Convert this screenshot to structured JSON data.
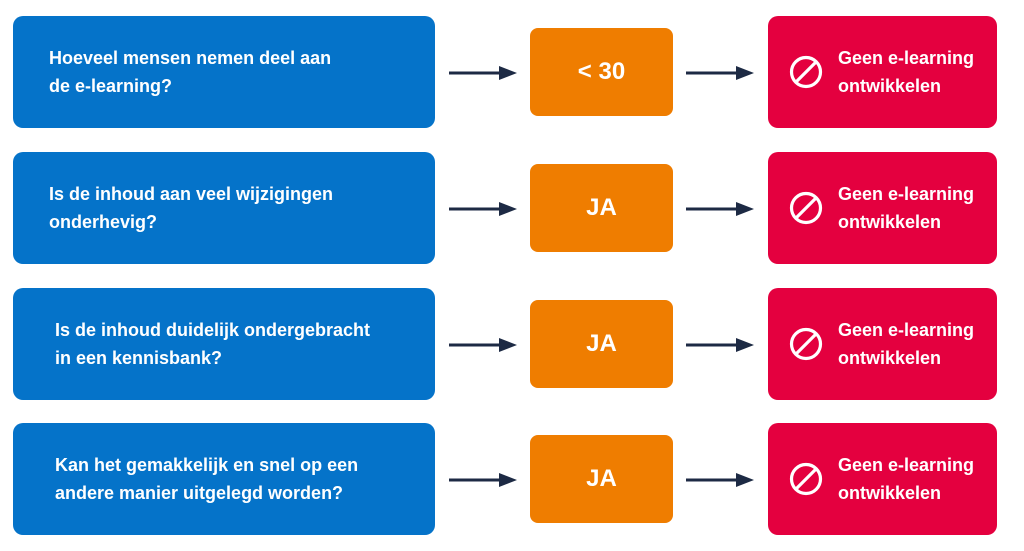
{
  "rows": [
    {
      "question": "Hoeveel mensen nemen deel aan\nde e-learning?",
      "answer": "< 30",
      "result": "Geen e-learning\nontwikkelen"
    },
    {
      "question": "Is de inhoud aan veel wijzigingen\nonderhevig?",
      "answer": "JA",
      "result": "Geen e-learning\nontwikkelen"
    },
    {
      "question": "Is de inhoud duidelijk ondergebracht\nin een kennisbank?",
      "answer": "JA",
      "result": "Geen e-learning\nontwikkelen"
    },
    {
      "question": "Kan het gemakkelijk en snel op een\nandere manier uitgelegd worden?",
      "answer": "JA",
      "result": "Geen e-learning\nontwikkelen"
    }
  ],
  "colors": {
    "question_box": "#0573c9",
    "answer_box": "#ef7d00",
    "result_box": "#e4003f",
    "arrow": "#1d2a44",
    "text": "#ffffff"
  },
  "icons": {
    "result": "ban-icon",
    "connector": "arrow-right-icon"
  }
}
